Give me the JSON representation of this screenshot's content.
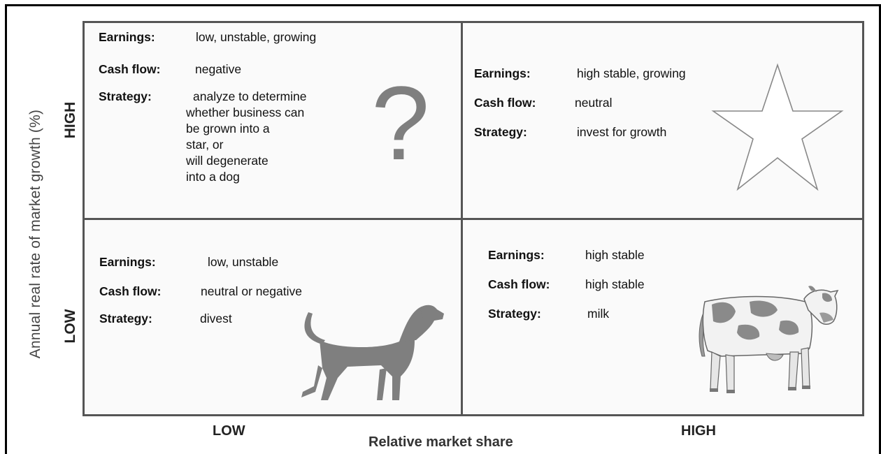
{
  "axes": {
    "y_title": "Annual real rate of market growth (%)",
    "y_high": "HIGH",
    "y_low": "LOW",
    "x_title": "Relative market share",
    "x_low": "LOW",
    "x_high": "HIGH"
  },
  "quadrants": {
    "top_left": {
      "earnings_label": "Earnings:",
      "earnings_value": "low, unstable, growing",
      "cash_flow_label": "Cash flow:",
      "cash_flow_value": "negative",
      "strategy_label": "Strategy:",
      "strategy_lines": [
        "analyze to determine",
        "whether business can",
        "be grown into a",
        "star, or",
        "will degenerate",
        "into a dog"
      ],
      "icon": "question-mark-icon",
      "icon_glyph": "?"
    },
    "top_right": {
      "earnings_label": "Earnings:",
      "earnings_value": "high stable, growing",
      "cash_flow_label": "Cash flow:",
      "cash_flow_value": "neutral",
      "strategy_label": "Strategy:",
      "strategy_value": "invest for growth",
      "icon": "star-icon"
    },
    "bottom_left": {
      "earnings_label": "Earnings:",
      "earnings_value": "low, unstable",
      "cash_flow_label": "Cash flow:",
      "cash_flow_value": "neutral or negative",
      "strategy_label": "Strategy:",
      "strategy_value": "divest",
      "icon": "dog-icon"
    },
    "bottom_right": {
      "earnings_label": "Earnings:",
      "earnings_value": "high stable",
      "cash_flow_label": "Cash flow:",
      "cash_flow_value": "high stable",
      "strategy_label": "Strategy:",
      "strategy_value": "milk",
      "icon": "cow-icon"
    }
  },
  "colors": {
    "grid": "#555555",
    "icon_gray": "#7f7f7f",
    "cow_patch": "#8a8a8a"
  }
}
